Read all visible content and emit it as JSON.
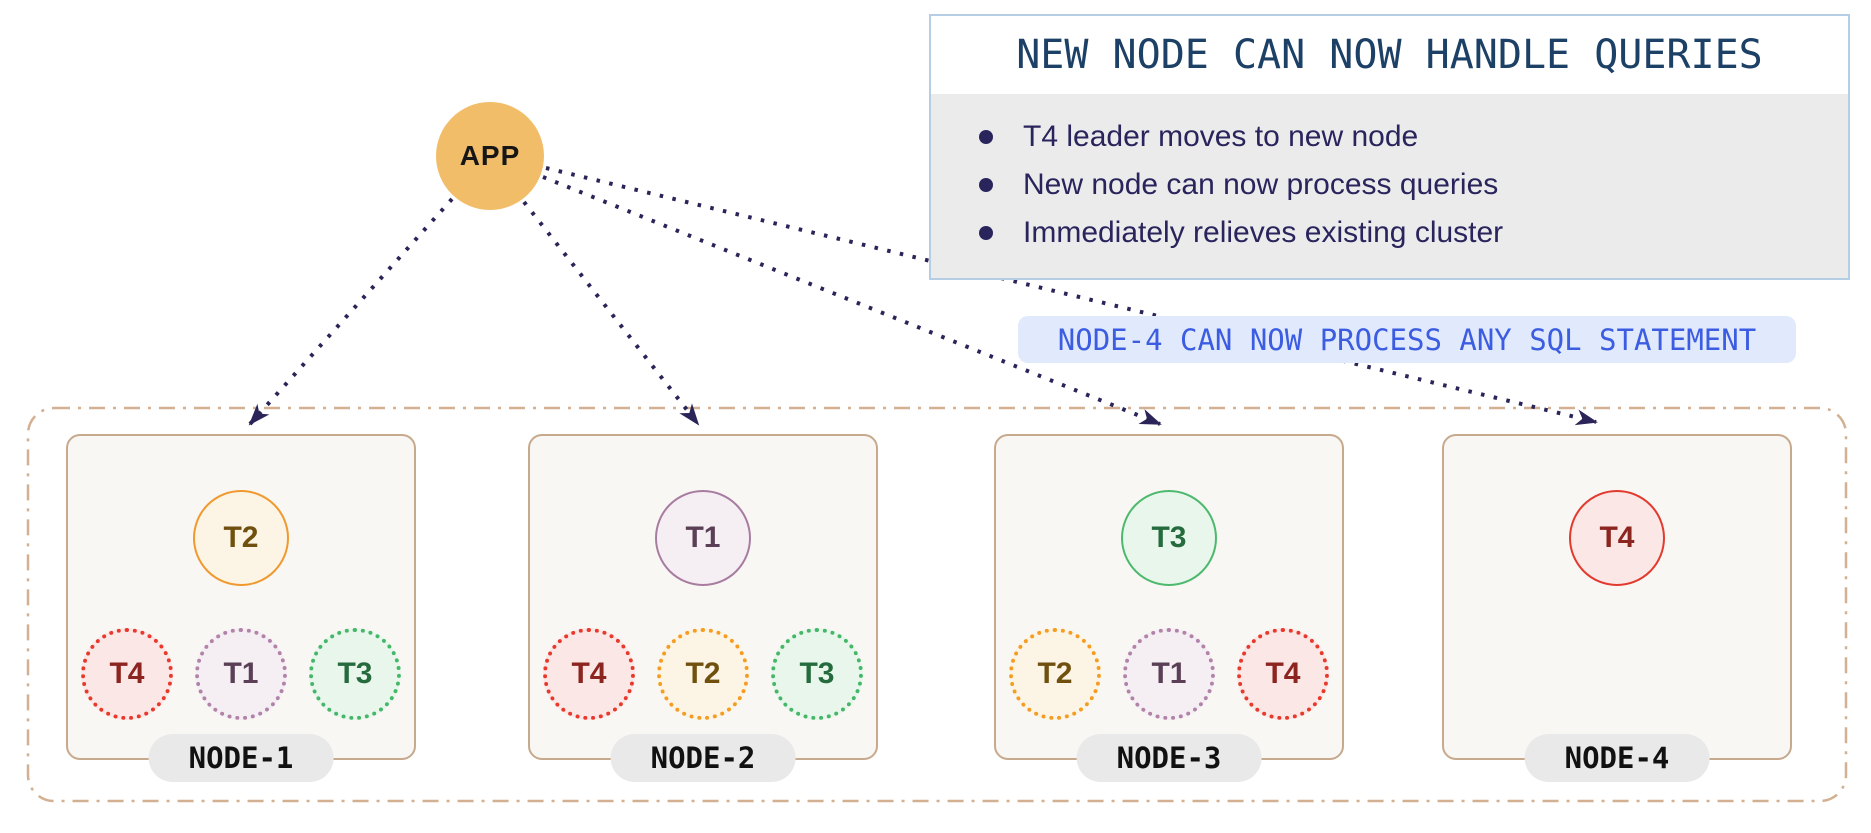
{
  "app": {
    "label": "APP"
  },
  "callout": {
    "title": "NEW NODE CAN NOW HANDLE QUERIES",
    "bullets": [
      "T4 leader moves to new node",
      "New node can now process queries",
      "Immediately relieves existing cluster"
    ]
  },
  "banner": {
    "text": "NODE-4 CAN NOW PROCESS ANY SQL STATEMENT"
  },
  "nodes": [
    {
      "label": "NODE-1",
      "leader": {
        "label": "T2",
        "token": "t2"
      },
      "followers": [
        {
          "label": "T4",
          "token": "t4"
        },
        {
          "label": "T1",
          "token": "t1"
        },
        {
          "label": "T3",
          "token": "t3"
        }
      ]
    },
    {
      "label": "NODE-2",
      "leader": {
        "label": "T1",
        "token": "t1"
      },
      "followers": [
        {
          "label": "T4",
          "token": "t4"
        },
        {
          "label": "T2",
          "token": "t2"
        },
        {
          "label": "T3",
          "token": "t3"
        }
      ]
    },
    {
      "label": "NODE-3",
      "leader": {
        "label": "T3",
        "token": "t3"
      },
      "followers": [
        {
          "label": "T2",
          "token": "t2"
        },
        {
          "label": "T1",
          "token": "t1"
        },
        {
          "label": "T4",
          "token": "t4"
        }
      ]
    },
    {
      "label": "NODE-4",
      "leader": {
        "label": "T4",
        "token": "t4"
      },
      "followers": []
    }
  ],
  "palette": {
    "arrow_navy": "#2b2458",
    "cluster_border_tan": "#d2b091",
    "card_border": "#c7a98d",
    "card_bg": "#f9f7f3",
    "callout_border_blue": "#b5cde5",
    "callout_title_navy": "#1d4066",
    "callout_body_gray": "#ebebeb",
    "bullet_text": "#29245c",
    "banner_bg": "#e1eafc",
    "banner_text_blue": "#3c5ce1",
    "app_orange": "#f2bd68",
    "t1_purple": "#a87ca0",
    "t2_orange": "#f0992e",
    "t3_green": "#4cb96d",
    "t4_red": "#e23a2e"
  }
}
